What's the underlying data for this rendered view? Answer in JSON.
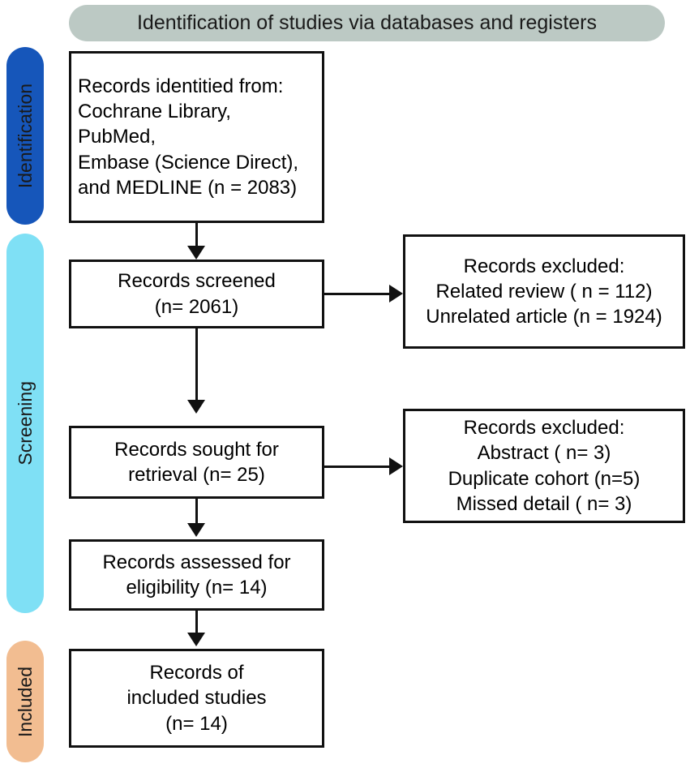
{
  "header": {
    "title": "Identification of studies via databases and registers",
    "background_color": "#bcc9c4"
  },
  "stages": [
    {
      "id": "identification",
      "label": "Identification",
      "color": "#1656ba"
    },
    {
      "id": "screening",
      "label": "Screening",
      "color": "#7fe0f5"
    },
    {
      "id": "included",
      "label": "Included",
      "color": "#f2bd91"
    }
  ],
  "boxes": {
    "records_identified": {
      "align": "left",
      "lines": [
        "Records identitied from:",
        "Cochrane Library,",
        "PubMed,",
        "Embase (Science Direct),",
        "and MEDLINE (n = 2083)"
      ]
    },
    "records_screened": {
      "align": "center",
      "lines": [
        "Records screened",
        "(n= 2061)"
      ]
    },
    "excluded_screening": {
      "align": "center",
      "lines": [
        "Records excluded:",
        "Related review ( n = 112)",
        "Unrelated article (n = 1924)"
      ]
    },
    "records_sought": {
      "align": "center",
      "lines": [
        "Records sought for",
        "retrieval (n= 25)"
      ]
    },
    "excluded_retrieval": {
      "align": "center",
      "lines": [
        "Records excluded:",
        "Abstract ( n= 3)",
        "Duplicate cohort (n=5)",
        "Missed detail ( n= 3)"
      ]
    },
    "records_assessed": {
      "align": "center",
      "lines": [
        "Records assessed for",
        "eligibility (n= 14)"
      ]
    },
    "records_included": {
      "align": "center",
      "lines": [
        "Records of",
        "included studies",
        "(n= 14)"
      ]
    }
  },
  "connectors": [
    {
      "id": "identified-to-screened",
      "type": "arrow-down-icon"
    },
    {
      "id": "screened-to-sought",
      "type": "arrow-down-icon"
    },
    {
      "id": "sought-to-assessed",
      "type": "arrow-down-icon"
    },
    {
      "id": "assessed-to-included",
      "type": "arrow-down-icon"
    },
    {
      "id": "screened-to-excluded",
      "type": "arrow-right-icon"
    },
    {
      "id": "sought-to-excluded",
      "type": "arrow-right-icon"
    }
  ]
}
